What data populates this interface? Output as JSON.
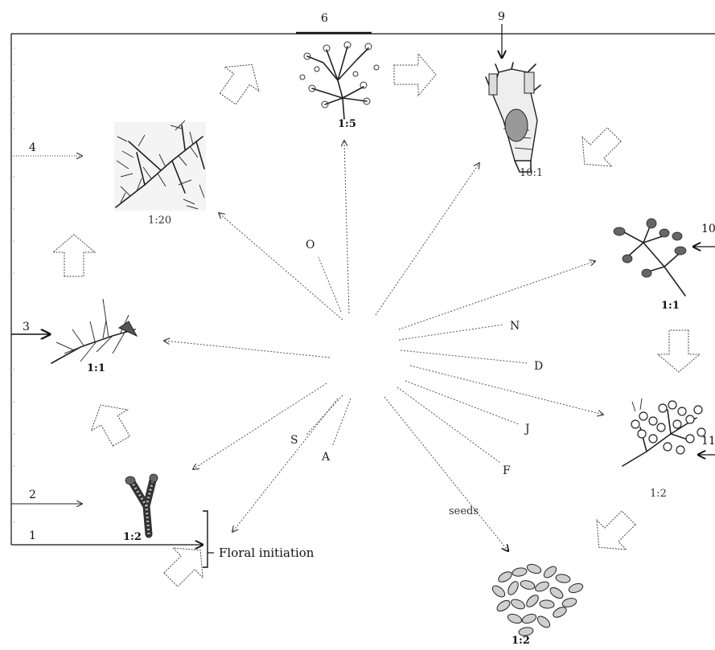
{
  "stage_numbers": [
    "1",
    "2",
    "3",
    "4",
    "6",
    "9",
    "10",
    "11"
  ],
  "scales": {
    "stage1_2": "1:2",
    "stage3": "1:1",
    "stage4": "1:20",
    "stage6": "1:5",
    "stage9": "10:1",
    "stage10": "1:1",
    "stage11": "1:2",
    "seeds": "1:2"
  },
  "months": [
    "O",
    "N",
    "D",
    "J",
    "F",
    "A",
    "S"
  ],
  "labels": {
    "floral_initiation": "Floral initiation",
    "seeds": "seeds"
  }
}
